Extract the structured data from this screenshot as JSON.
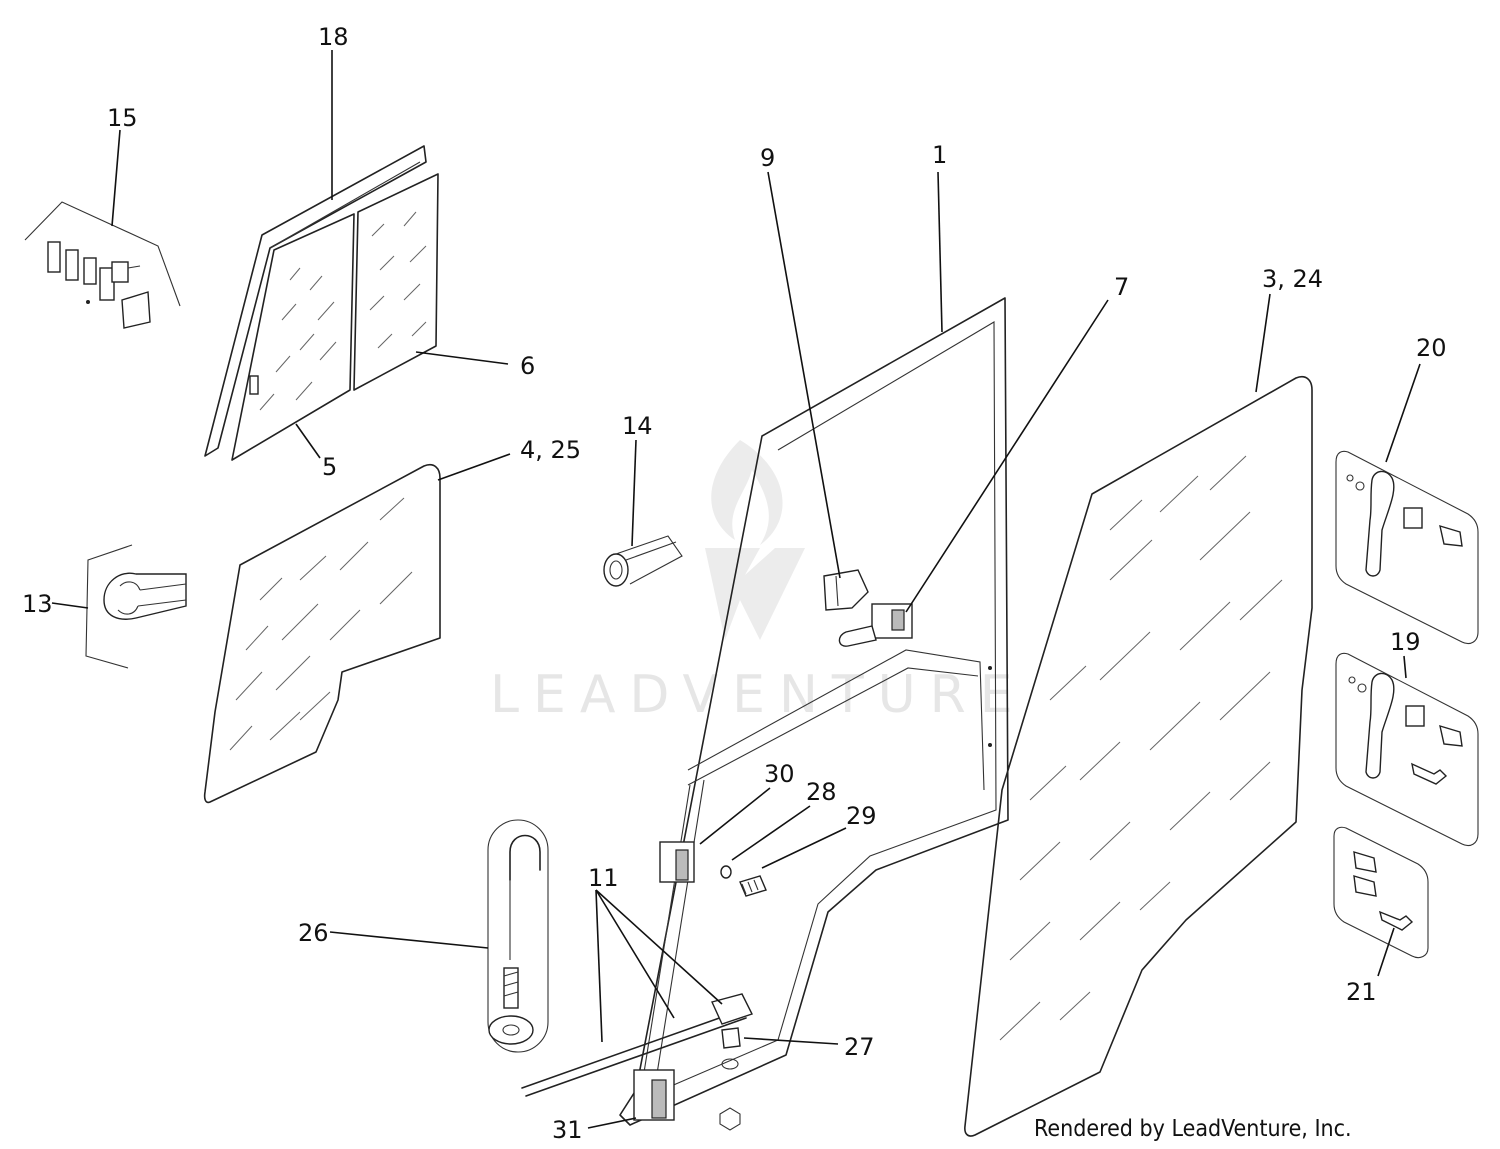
{
  "watermark": {
    "text": "LEADVENTURE"
  },
  "credit": "Rendered by LeadVenture, Inc.",
  "callouts": {
    "c1": "1",
    "c3_24": "3, 24",
    "c4_25": "4, 25",
    "c5": "5",
    "c6": "6",
    "c7": "7",
    "c9": "9",
    "c11": "11",
    "c13": "13",
    "c14": "14",
    "c15": "15",
    "c18": "18",
    "c19": "19",
    "c20": "20",
    "c21": "21",
    "c26": "26",
    "c27": "27",
    "c28": "28",
    "c29": "29",
    "c30": "30",
    "c31": "31"
  }
}
